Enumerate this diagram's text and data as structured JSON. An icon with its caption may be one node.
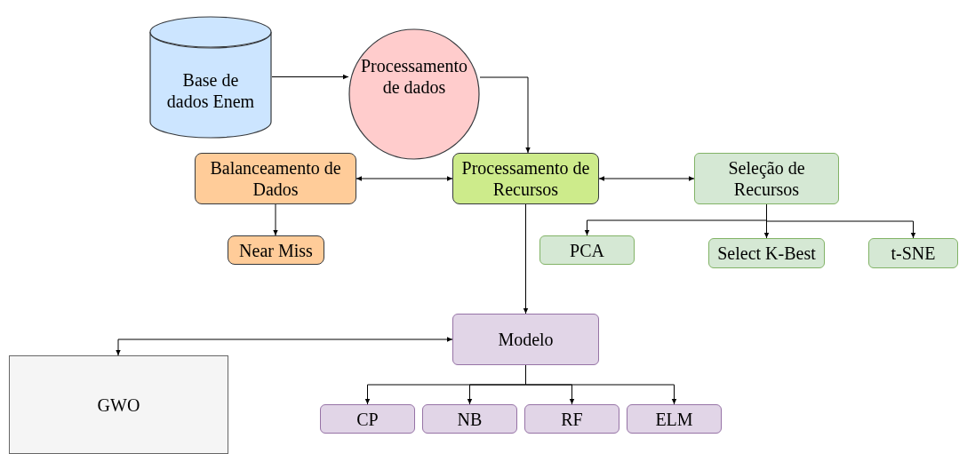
{
  "diagram": {
    "nodes": [
      {
        "text": [
          "Base de dados Enem"
        ]
      },
      {
        "text": [
          "Processamento de dados"
        ]
      },
      {
        "text": [
          "Balanceamento de Dados"
        ]
      },
      {
        "text": [
          "Processamento de Recursos"
        ]
      },
      {
        "text": [
          "Seleção de Recursos"
        ]
      },
      {
        "text": [
          "Near Miss"
        ]
      },
      {
        "text": [
          "PCA"
        ]
      },
      {
        "text": [
          "Select K-Best"
        ]
      },
      {
        "text": [
          "t-SNE"
        ]
      },
      {
        "text": [
          "Modelo"
        ]
      },
      {
        "text": [
          "GWO"
        ]
      },
      {
        "text": [
          "CP"
        ]
      },
      {
        "text": [
          "NB"
        ]
      },
      {
        "text": [
          "RF"
        ]
      },
      {
        "text": [
          "ELM"
        ]
      }
    ],
    "edges": [
      {
        "from": 0,
        "to": 1,
        "arrow": "to"
      },
      {
        "from": 1,
        "to": 3,
        "arrow": "to"
      },
      {
        "from": 3,
        "to": 2,
        "arrow": "both"
      },
      {
        "from": 3,
        "to": 4,
        "arrow": "both"
      },
      {
        "from": 2,
        "to": 5,
        "arrow": "to"
      },
      {
        "from": 4,
        "to": 6,
        "arrow": "to"
      },
      {
        "from": 4,
        "to": 7,
        "arrow": "to"
      },
      {
        "from": 4,
        "to": 8,
        "arrow": "to"
      },
      {
        "from": 3,
        "to": 9,
        "arrow": "to"
      },
      {
        "from": 9,
        "to": 10,
        "arrow": "both"
      },
      {
        "from": 9,
        "to": 11,
        "arrow": "to"
      },
      {
        "from": 9,
        "to": 12,
        "arrow": "to"
      },
      {
        "from": 9,
        "to": 13,
        "arrow": "to"
      },
      {
        "from": 9,
        "to": 14,
        "arrow": "to"
      }
    ]
  }
}
